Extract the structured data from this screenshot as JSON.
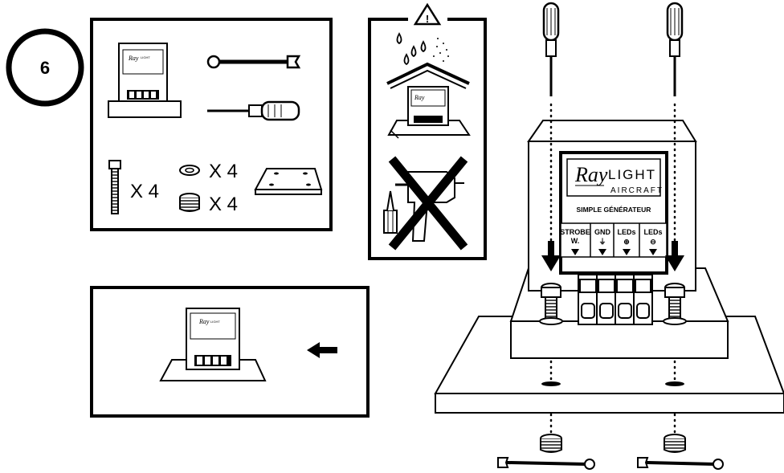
{
  "step": {
    "number": "6"
  },
  "kit": {
    "bolt_qty": "X 4",
    "washer_qty": "X 4",
    "nut_qty": "X 4"
  },
  "warning": {
    "symbol": "!"
  },
  "device": {
    "brand_script": "Ray",
    "brand_light": "LIGHT",
    "brand_aircraft": "AIRCRAFT",
    "model": "SIMPLE GÉNÉRATEUR",
    "terminals": [
      {
        "label": "STROBE",
        "sub": "W."
      },
      {
        "label": "GND",
        "sub": "⏚"
      },
      {
        "label": "LEDs",
        "sub": "⊕"
      },
      {
        "label": "LEDs",
        "sub": "⊖"
      }
    ]
  },
  "icons": {
    "step_badge": "circle-badge",
    "tools": [
      "wrench-icon",
      "screwdriver-icon",
      "drill-icon",
      "bit-icon"
    ],
    "hardware": [
      "bolt-icon",
      "washer-icon",
      "nut-icon",
      "plate-icon"
    ]
  }
}
